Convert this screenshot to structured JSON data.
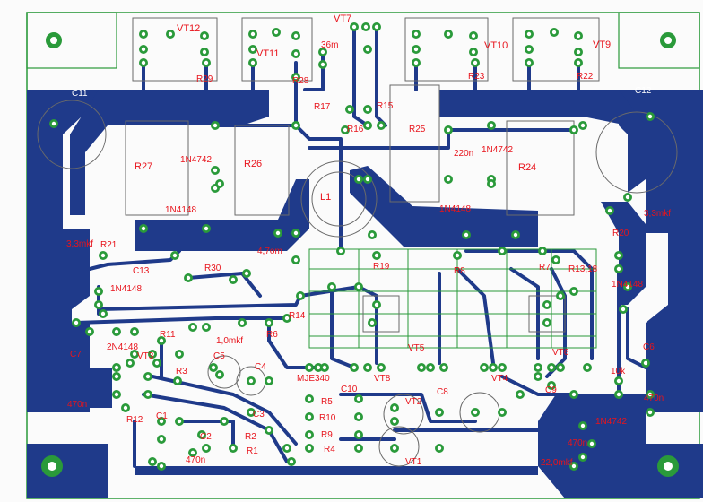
{
  "colors": {
    "copper": "#1f3a8a",
    "board": "#fbfbfb",
    "silk": "#5a5a5a",
    "label": "#e8141c",
    "outline": "#2a9a3a",
    "pad_ring": "#2a9a3a"
  },
  "labels": {
    "vt7": "VT7",
    "vt12": "VT12",
    "vt11": "VT11",
    "vt10": "VT10",
    "vt9": "VT9",
    "r29": "R29",
    "r28": "R28",
    "r23": "R23",
    "r22": "R22",
    "c11": "C11",
    "c12": "C12",
    "cap_36m": "36m",
    "r17": "R17",
    "r15": "R15",
    "r16": "R16",
    "r25": "R25",
    "cap_220n": "220n",
    "d_1n4742_left": "1N4742",
    "d_1n4742_right": "1N4742",
    "r27": "R27",
    "r26": "R26",
    "r24": "R24",
    "l1": "L1",
    "d_1n4148_top_left": "1N4148",
    "d_1n4148_top_right": "1N4148",
    "cap_3_3mkf_left": "3,3mkf",
    "cap_3_3mkf_right": "3,3mkf",
    "r21": "R21",
    "r20": "R20",
    "cap_4_7om": "4,7om",
    "c13": "C13",
    "r30": "R30",
    "r19": "R19",
    "r8": "R8",
    "r7": "R7",
    "r13_18": "R13,18",
    "d_1n4148_mid_left": "1N4148",
    "d_1n4148_mid_right": "1N4148",
    "r14": "R14",
    "r11": "R11",
    "cap_1_0mkf": "1,0mkf",
    "r6": "R6",
    "d_1n4148_vt3": "2N4148",
    "c7": "C7",
    "vt3": "VT3",
    "c5": "C5",
    "c4": "C4",
    "r3": "R3",
    "mje340": "MJE340",
    "c10": "C10",
    "vt8": "VT8",
    "vt5": "VT5",
    "c8": "C8",
    "vt4": "VT4",
    "vt6": "VT6",
    "c9": "C9",
    "c6": "C6",
    "r_10k": "10k",
    "cap_470n_right": "470n",
    "cap_470n_left": "470n",
    "r12": "R12",
    "c1": "C1",
    "c3": "C3",
    "c2": "C2",
    "r2": "R2",
    "r1": "R1",
    "cap_470n_bottom": "470n",
    "r5": "R5",
    "r10": "R10",
    "r9": "R9",
    "r4": "R4",
    "vt2": "VT2",
    "vt1": "VT1",
    "d_1n4742_bottom": "1N4742",
    "cap_470n_bottom_right": "470n",
    "cap_22_0mkf": "22,0mkf"
  }
}
